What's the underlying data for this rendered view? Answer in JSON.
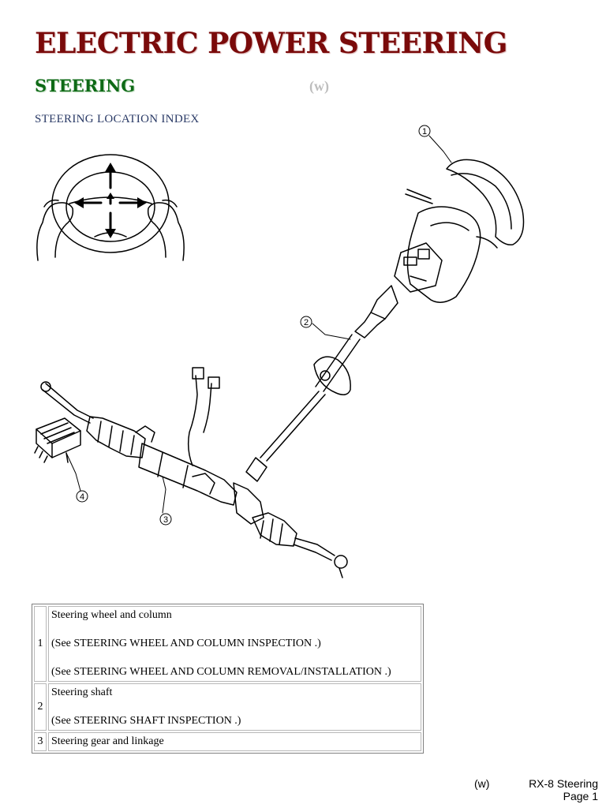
{
  "document": {
    "title": "ELECTRIC POWER STEERING",
    "section": "STEERING",
    "section_tag": "(w)",
    "index_title": "STEERING LOCATION INDEX"
  },
  "figure": {
    "callouts": [
      "1",
      "2",
      "3",
      "4"
    ]
  },
  "table": {
    "rows": [
      {
        "num": "1",
        "name": "Steering wheel and column",
        "refs": [
          "(See STEERING WHEEL AND COLUMN INSPECTION .)",
          "(See STEERING WHEEL AND COLUMN REMOVAL/INSTALLATION .)"
        ]
      },
      {
        "num": "2",
        "name": "Steering shaft",
        "refs": [
          "(See STEERING SHAFT INSPECTION .)"
        ]
      },
      {
        "num": "3",
        "name": "Steering gear and linkage",
        "refs": []
      }
    ]
  },
  "footer": {
    "tag": "(w)",
    "doc": "RX-8 Steering",
    "page": "Page 1"
  }
}
